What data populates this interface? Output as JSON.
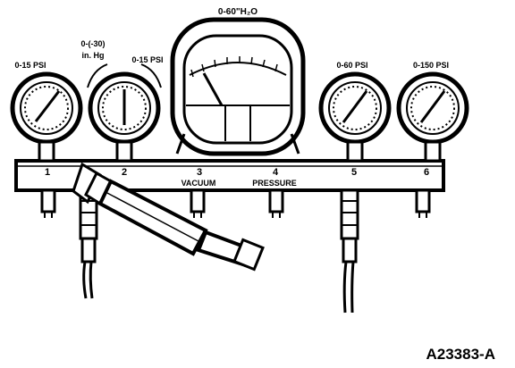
{
  "gauges": [
    {
      "port": "1",
      "range": "0-15 PSI"
    },
    {
      "port": "2",
      "range_vac_line1": "0-(-30)",
      "range_vac_line2": "in. Hg",
      "range": "0-15 PSI"
    },
    {
      "port": "5",
      "range": "0-60 PSI"
    },
    {
      "port": "6",
      "range": "0-150 PSI"
    }
  ],
  "manometer": {
    "range": "0-60\"H₂O"
  },
  "ports": {
    "p3": "3",
    "p4": "4"
  },
  "port_labels": {
    "vacuum": "VACUUM",
    "pressure": "PRESSURE"
  },
  "figure_id": "A23383-A"
}
